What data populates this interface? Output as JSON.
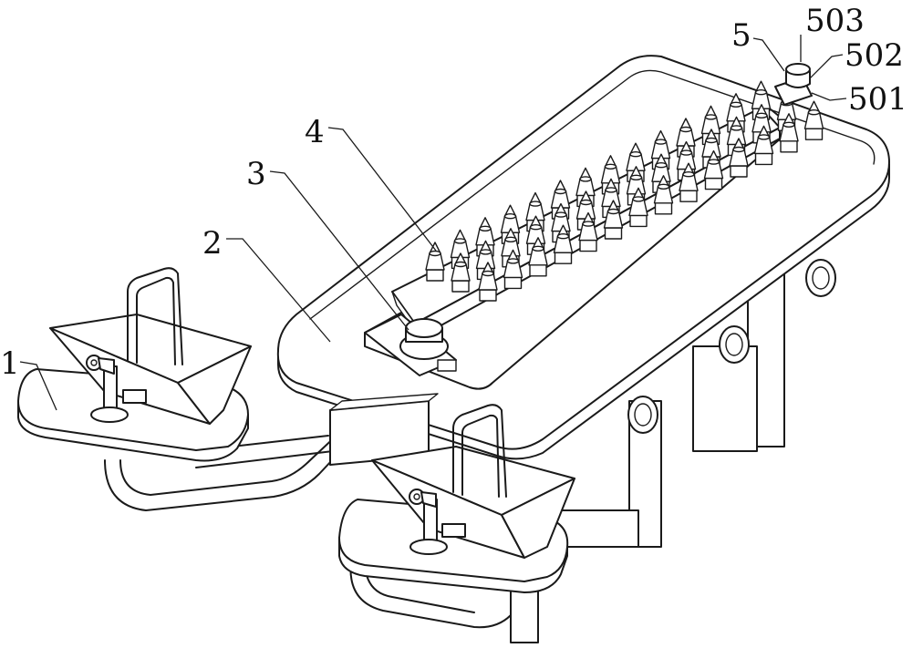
{
  "labels": {
    "part_1": "1",
    "part_2": "2",
    "part_3": "3",
    "part_4": "4",
    "part_5": "5",
    "part_501": "501",
    "part_502": "502",
    "part_503": "503"
  }
}
